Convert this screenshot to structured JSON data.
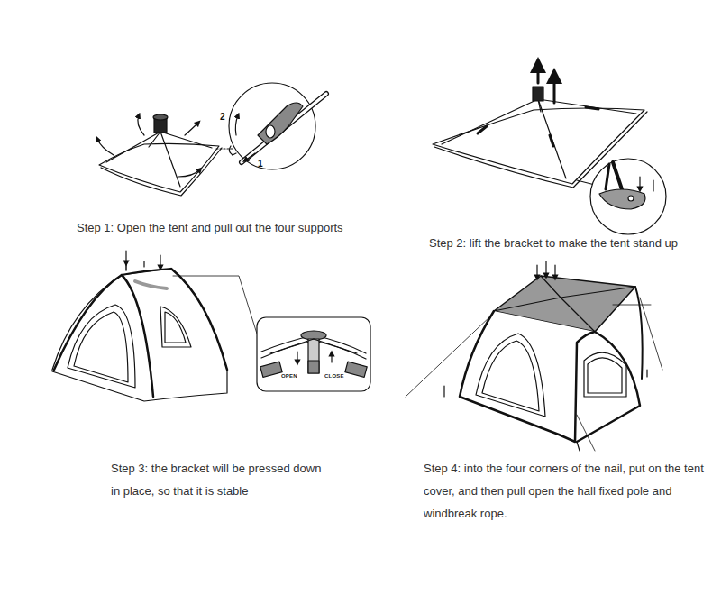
{
  "diagram": {
    "labels": [
      "2",
      "1",
      "Step 1: Open the tent and pull out the four supports",
      "Step 2: lift the bracket to make the tent stand up",
      "OPEN",
      "CLOSE",
      "Step 3: the bracket will be pressed down in place, so that it is stable",
      "Step 4: into the four corners of the nail, put on the tent cover, and then pull open the hall fixed pole and windbreak rope."
    ]
  }
}
